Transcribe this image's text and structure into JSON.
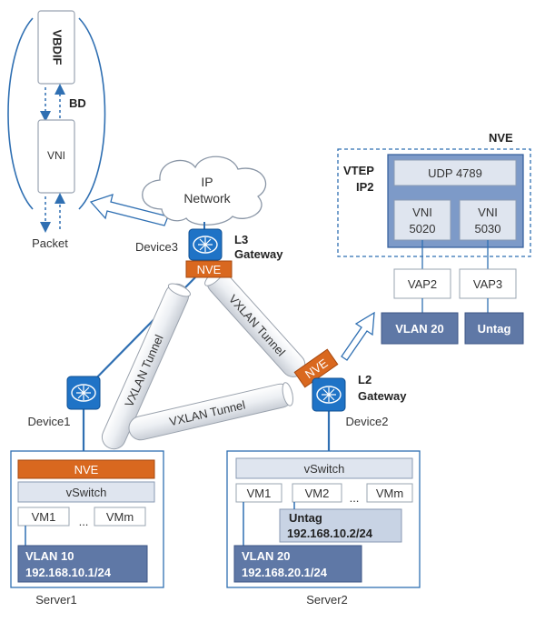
{
  "labels": {
    "vbdif": "VBDIF",
    "bd": "BD",
    "vni": "VNI",
    "packet": "Packet",
    "ip_network_line1": "IP",
    "ip_network_line2": "Network",
    "device3": "Device3",
    "l3_gateway_line1": "L3",
    "l3_gateway_line2": "Gateway",
    "nve_top": "NVE",
    "nve_panel_title": "NVE",
    "vtep_line1": "VTEP",
    "vtep_line2": "IP2",
    "udp": "UDP 4789",
    "vni_5020_line1": "VNI",
    "vni_5020_line2": "5020",
    "vni_5030_line1": "VNI",
    "vni_5030_line2": "5030",
    "vap2": "VAP2",
    "vap3": "VAP3",
    "vlan20_panel": "VLAN 20",
    "untag_panel": "Untag",
    "tunnel_left": "VXLAN Tunnel",
    "tunnel_right": "VXLAN Tunnel",
    "tunnel_bottom": "VXLAN Tunnel",
    "nve_device2": "NVE",
    "l2_gateway_line1": "L2",
    "l2_gateway_line2": "Gateway",
    "device1": "Device1",
    "device2": "Device2",
    "server1_nve": "NVE",
    "server1_vswitch": "vSwitch",
    "server1_vm1": "VM1",
    "server1_dots": "...",
    "server1_vmm": "VMm",
    "server1_vlan": "VLAN 10",
    "server1_ip": "192.168.10.1/24",
    "server1_label": "Server1",
    "server2_vswitch": "vSwitch",
    "server2_vm1": "VM1",
    "server2_vm2": "VM2",
    "server2_dots": "...",
    "server2_vmm": "VMm",
    "server2_untag": "Untag",
    "server2_untag_ip": "192.168.10.2/24",
    "server2_vlan": "VLAN 20",
    "server2_ip": "192.168.20.1/24",
    "server2_label": "Server2"
  },
  "colors": {
    "link_blue": "#2f6fb2",
    "nve_orange": "#d9681f",
    "box_light": "#dde4ef",
    "box_mid": "#c8d3e4",
    "box_dark": "#5f78a6",
    "router_blue": "#1f73c6"
  }
}
